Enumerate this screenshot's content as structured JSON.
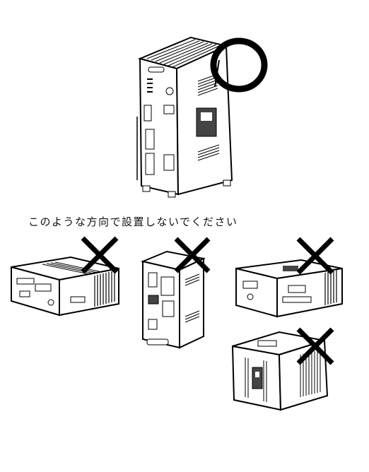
{
  "instruction_text": "このような方向で設置しないでください",
  "figures": {
    "correct": {
      "label": "correct-orientation-upright",
      "mark": "circle-ok-icon"
    },
    "wrong": [
      {
        "label": "wrong-orientation-lying-flat",
        "mark": "x-mark-icon"
      },
      {
        "label": "wrong-orientation-sideways",
        "mark": "x-mark-icon"
      },
      {
        "label": "wrong-orientation-upside-down",
        "mark": "x-mark-icon"
      },
      {
        "label": "wrong-orientation-face-up",
        "mark": "x-mark-icon"
      }
    ]
  },
  "colors": {
    "line": "#000000",
    "paper": "#ffffff",
    "shade": "#444444"
  }
}
